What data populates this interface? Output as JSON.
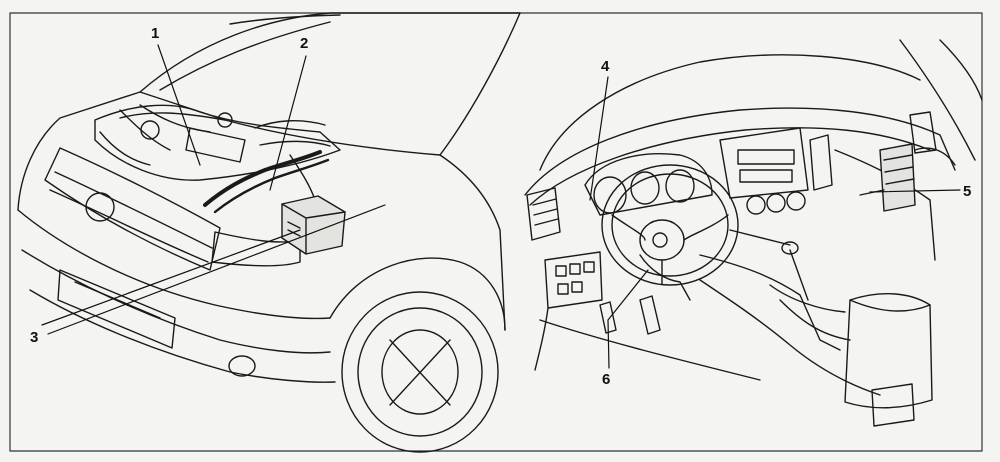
{
  "diagram": {
    "callouts": {
      "c1": "1",
      "c2": "2",
      "c3": "3",
      "c4": "4",
      "c5": "5",
      "c6": "6"
    },
    "colors": {
      "background": "#f4f4f2",
      "line": "#1a1a1a",
      "frame": "#333333"
    }
  }
}
